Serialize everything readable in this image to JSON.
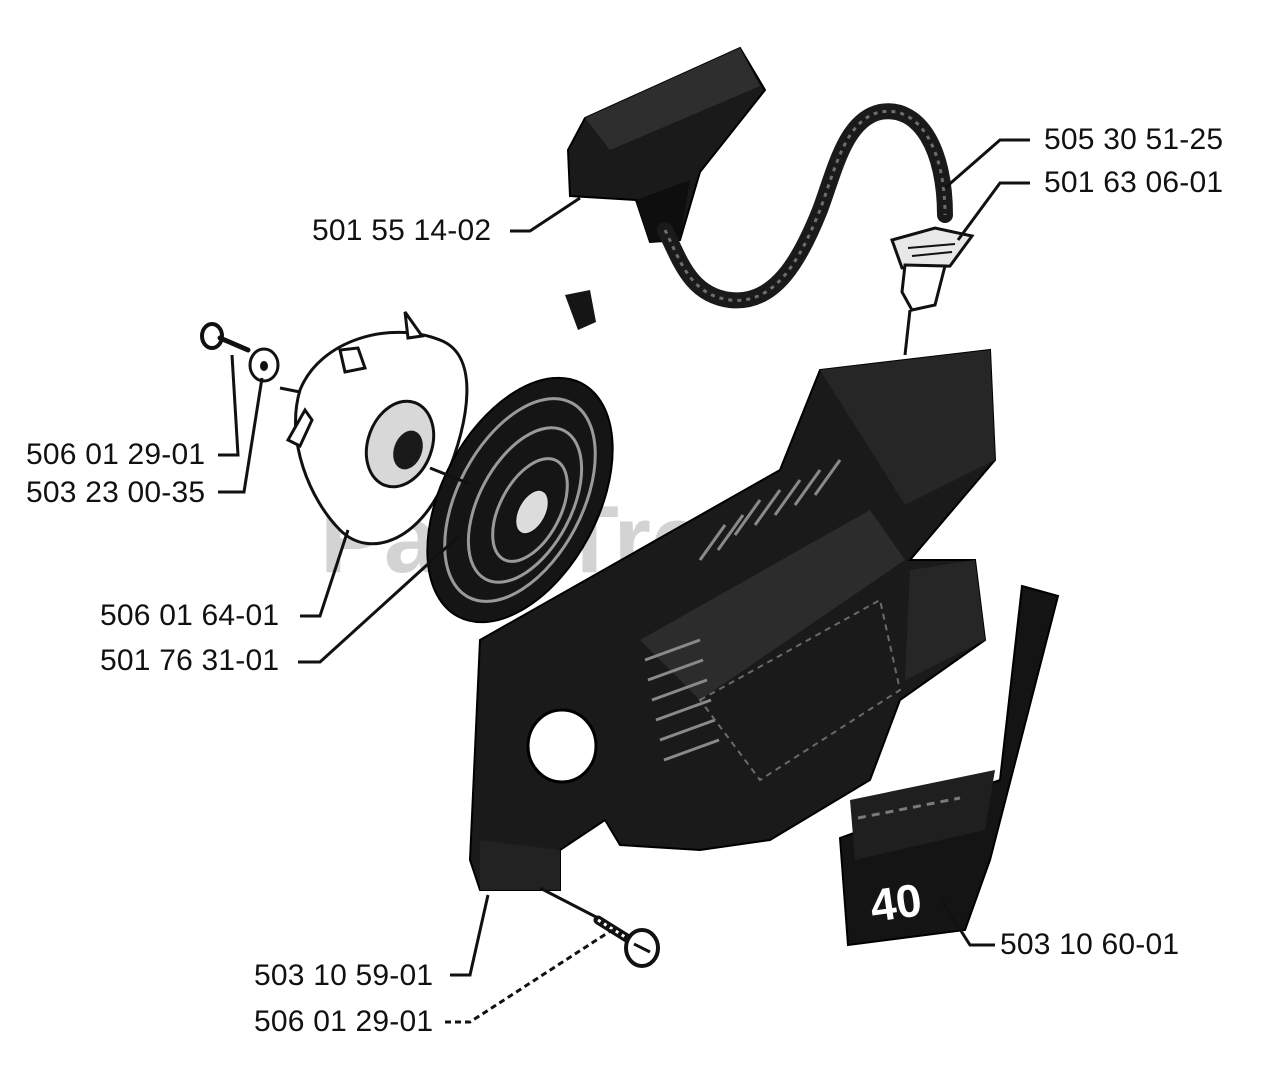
{
  "watermark": "PartsTree",
  "decal": {
    "model_number": "40"
  },
  "colors": {
    "ink": "#141414",
    "paper": "#ffffff",
    "shadow_gray": "#3a3a3a",
    "watermark": "#cfcfcf"
  },
  "labels": {
    "starter_handle": "501 55 14-02",
    "starter_cord": "505 30 51-25",
    "cord_bushing": "501 63 06-01",
    "screw_top": "506 01 29-01",
    "washer": "503 23 00-35",
    "pulley": "506 01 64-01",
    "rewind_spring": "501 76 31-01",
    "decal": "503 10 60-01",
    "starter_housing": "503 10 59-01",
    "screw_bottom": "506 01 29-01"
  }
}
